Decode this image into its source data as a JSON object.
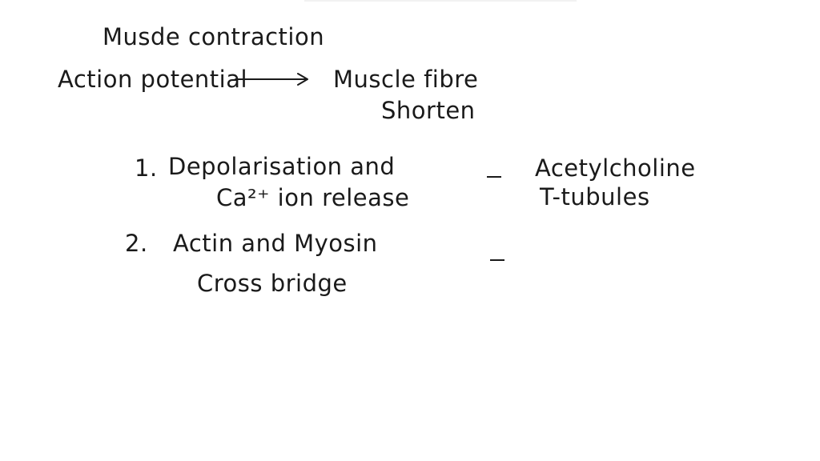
{
  "title": "Musde contraction",
  "overview": {
    "cause": "Action potential",
    "effect_line1": "Muscle fibre",
    "effect_line2": "Shorten"
  },
  "steps": [
    {
      "number": "1.",
      "line1": "Depolarisation and",
      "line2": "Ca²⁺ ion release",
      "note_line1": "Acetylcholine",
      "note_line2": "T-tubules"
    },
    {
      "number": "2.",
      "line1": "Actin and Myosin",
      "line2": "Cross bridge"
    }
  ],
  "colors": {
    "ink": "#1a1a1a",
    "background": "#ffffff"
  },
  "icons": [
    "right-arrow-icon",
    "dash-icon"
  ]
}
